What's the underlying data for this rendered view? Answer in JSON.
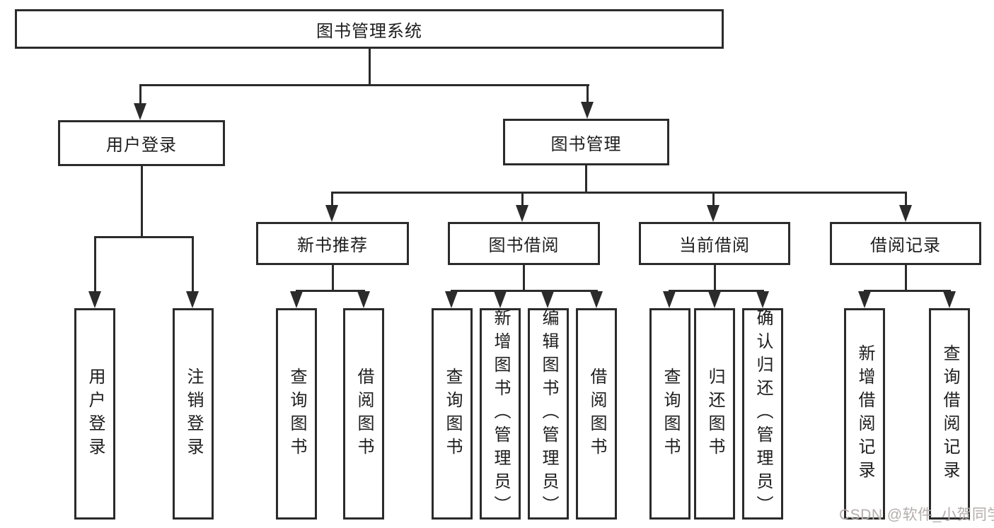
{
  "diagram": {
    "type": "hierarchy-tree",
    "root": {
      "label": "图书管理系统",
      "children": [
        {
          "label": "用户登录",
          "children": [
            {
              "label": "用户登录"
            },
            {
              "label": "注销登录"
            }
          ]
        },
        {
          "label": "图书管理",
          "children": [
            {
              "label": "新书推荐",
              "children": [
                {
                  "label": "查询图书"
                },
                {
                  "label": "借阅图书"
                }
              ]
            },
            {
              "label": "图书借阅",
              "children": [
                {
                  "label": "查询图书"
                },
                {
                  "label": "新增图书（管理员）"
                },
                {
                  "label": "编辑图书（管理员）"
                },
                {
                  "label": "借阅图书"
                }
              ]
            },
            {
              "label": "当前借阅",
              "children": [
                {
                  "label": "查询图书"
                },
                {
                  "label": "归还图书"
                },
                {
                  "label": "确认归还（管理员）"
                }
              ]
            },
            {
              "label": "借阅记录",
              "children": [
                {
                  "label": "新增借阅记录"
                },
                {
                  "label": "查询借阅记录"
                }
              ]
            }
          ]
        }
      ]
    }
  },
  "watermark": {
    "text": "CSDN @软件_小贺同学"
  },
  "colors": {
    "line": "#2b2b2b",
    "text": "#1d1d1d",
    "background": "#ffffff",
    "watermark": "#b5acac"
  }
}
